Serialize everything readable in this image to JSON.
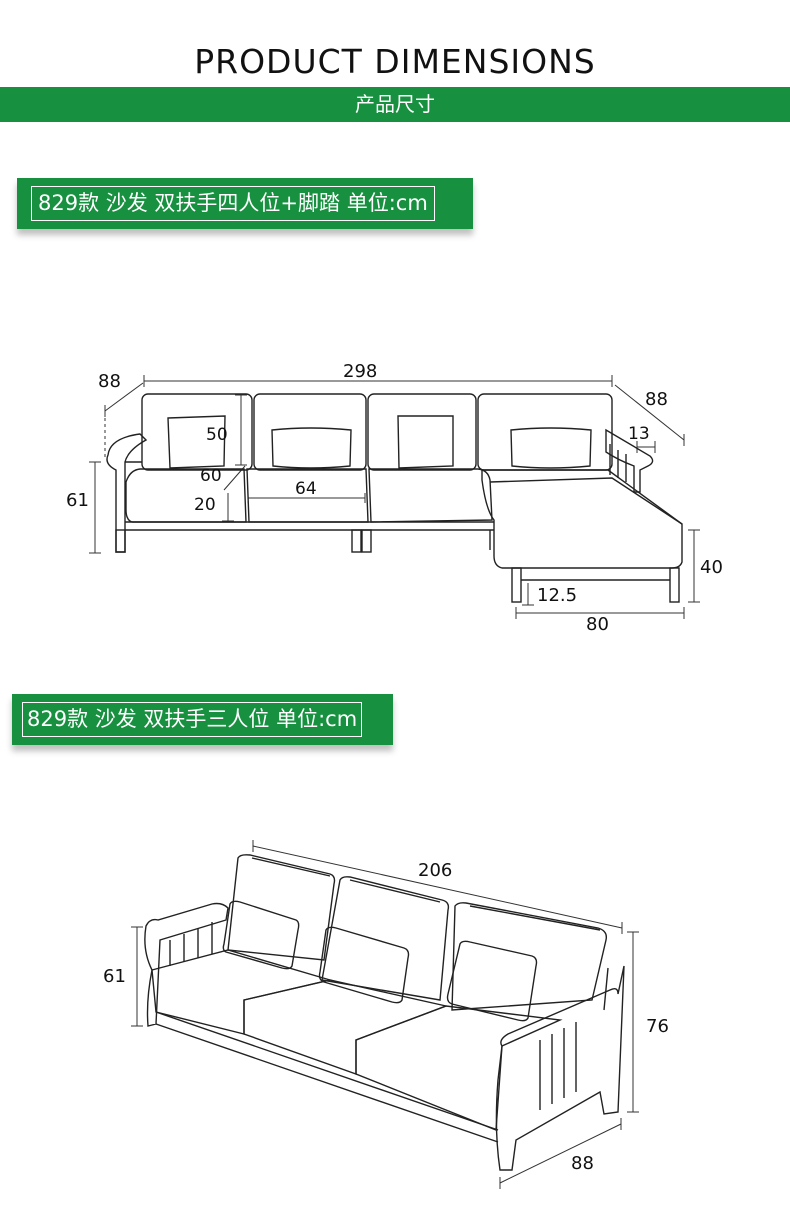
{
  "header": {
    "title": "PRODUCT DIMENSIONS",
    "subtitle": "产品尺寸"
  },
  "colors": {
    "accent": "#179140"
  },
  "section1": {
    "label": "829款  沙发  双扶手四人位+脚踏  单位:cm",
    "dims": {
      "depth_left": "88",
      "total_width": "298",
      "depth_right": "88",
      "back_height": "50",
      "seat_depth": "60",
      "seat_thickness": "20",
      "seat_width": "64",
      "arm_height": "61",
      "arm_width": "13",
      "ottoman_height": "40",
      "leg_height": "12.5",
      "ottoman_width": "80"
    }
  },
  "section2": {
    "label": "829款 沙发  双扶手三人位 单位:cm",
    "dims": {
      "total_width": "206",
      "arm_height": "61",
      "total_height": "76",
      "depth": "88"
    }
  }
}
